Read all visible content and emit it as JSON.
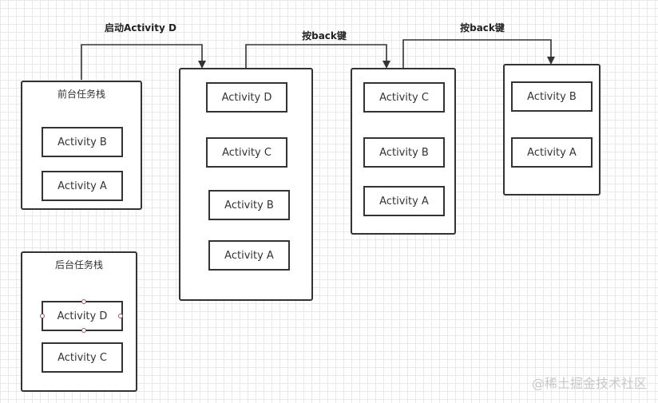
{
  "stacks": {
    "foreground": {
      "title": "前台任务栈",
      "items": [
        "Activity B",
        "Activity A"
      ]
    },
    "background": {
      "title": "后台任务栈",
      "items": [
        "Activity D",
        "Activity C"
      ]
    },
    "stack_after_start": {
      "items": [
        "Activity D",
        "Activity C",
        "Activity B",
        "Activity A"
      ]
    },
    "stack_after_back_1": {
      "items": [
        "Activity C",
        "Activity B",
        "Activity A"
      ]
    },
    "stack_after_back_2": {
      "items": [
        "Activity B",
        "Activity A"
      ]
    }
  },
  "connectors": [
    {
      "label": "启动Activity D"
    },
    {
      "label": "按back键"
    },
    {
      "label": "按back键"
    }
  ],
  "watermark": "@稀土掘金技术社区"
}
